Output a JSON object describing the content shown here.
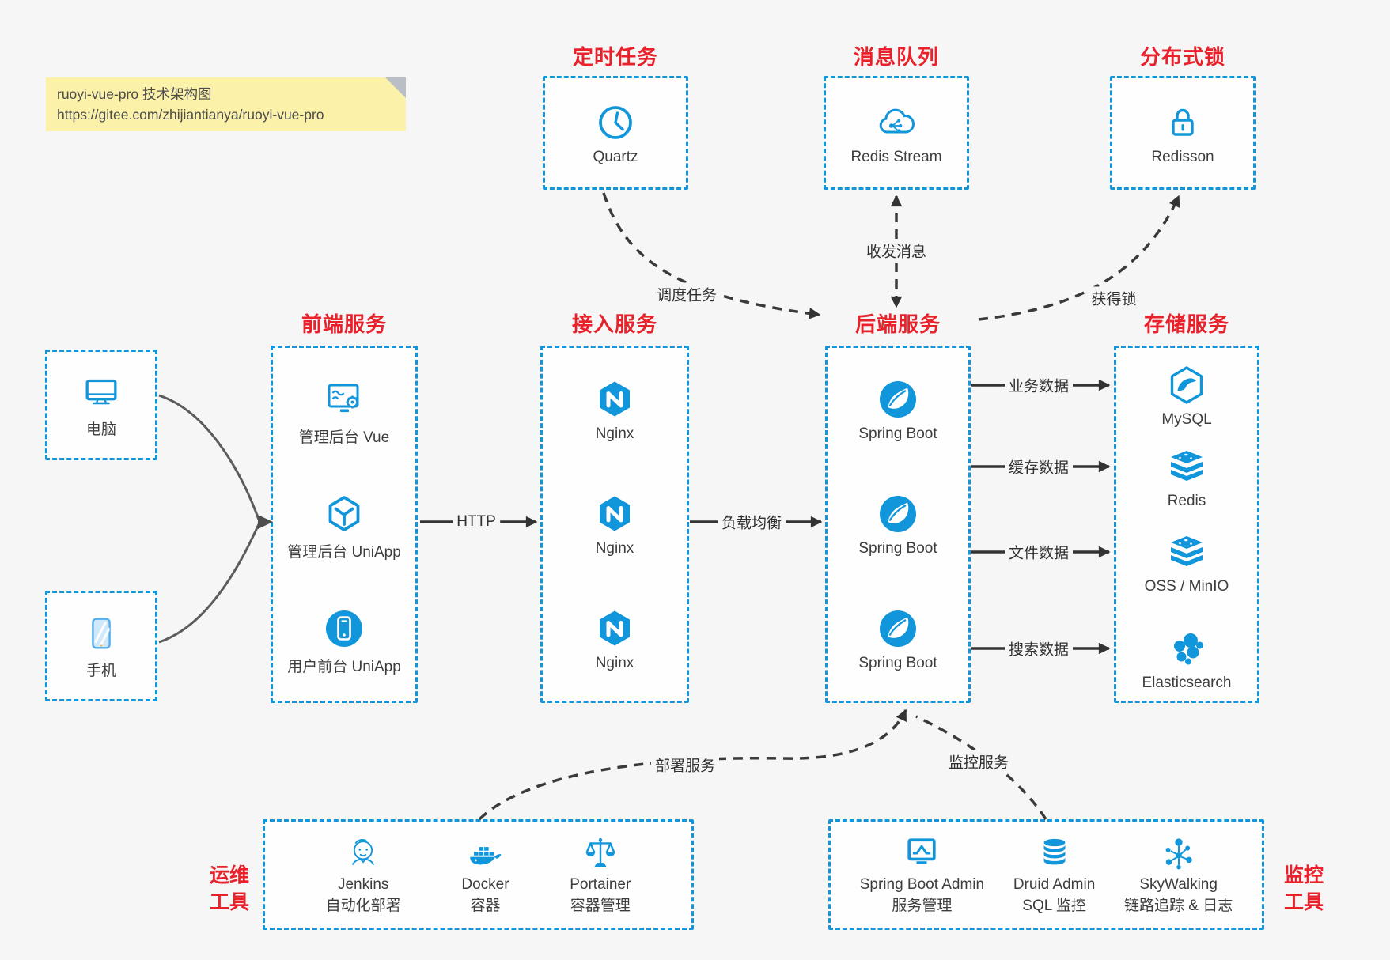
{
  "note": {
    "line1": "ruoyi-vue-pro 技术架构图",
    "line2": "https://gitee.com/zhijiantianya/ruoyi-vue-pro"
  },
  "colors": {
    "accent_blue": "#1296db",
    "title_red": "#e8212b",
    "note_bg": "#fbf1a9",
    "canvas_bg": "#f6f6f7"
  },
  "top_groups": [
    {
      "title": "定时任务",
      "icon": "clock-icon",
      "label": "Quartz"
    },
    {
      "title": "消息队列",
      "icon": "cloud-stream-icon",
      "label": "Redis Stream"
    },
    {
      "title": "分布式锁",
      "icon": "lock-icon",
      "label": "Redisson"
    }
  ],
  "clients": [
    {
      "icon": "monitor-icon",
      "label": "电脑"
    },
    {
      "icon": "phone-icon",
      "label": "手机"
    }
  ],
  "columns": [
    {
      "title": "前端服务",
      "items": [
        {
          "icon": "admin-vue-icon",
          "label": "管理后台 Vue"
        },
        {
          "icon": "uniapp-cube-icon",
          "label": "管理后台 UniApp"
        },
        {
          "icon": "user-app-icon",
          "label": "用户前台 UniApp"
        }
      ]
    },
    {
      "title": "接入服务",
      "items": [
        {
          "icon": "nginx-icon",
          "label": "Nginx"
        },
        {
          "icon": "nginx-icon",
          "label": "Nginx"
        },
        {
          "icon": "nginx-icon",
          "label": "Nginx"
        }
      ]
    },
    {
      "title": "后端服务",
      "items": [
        {
          "icon": "spring-icon",
          "label": "Spring Boot"
        },
        {
          "icon": "spring-icon",
          "label": "Spring Boot"
        },
        {
          "icon": "spring-icon",
          "label": "Spring Boot"
        }
      ]
    },
    {
      "title": "存储服务",
      "items": [
        {
          "icon": "mysql-icon",
          "label": "MySQL"
        },
        {
          "icon": "redis-stack-icon",
          "label": "Redis"
        },
        {
          "icon": "redis-stack-icon",
          "label": "OSS / MinIO"
        },
        {
          "icon": "elasticsearch-icon",
          "label": "Elasticsearch"
        }
      ]
    }
  ],
  "edges": {
    "http": "HTTP",
    "load_balance": "负载均衡",
    "schedule": "调度任务",
    "messaging": "收发消息",
    "lock": "获得锁",
    "data_flows": [
      "业务数据",
      "缓存数据",
      "文件数据",
      "搜索数据"
    ],
    "deploy": "部署服务",
    "monitor": "监控服务"
  },
  "bottom_groups": [
    {
      "side_line1": "运维",
      "side_line2": "工具",
      "items": [
        {
          "icon": "jenkins-butler-icon",
          "line1": "Jenkins",
          "line2": "自动化部署"
        },
        {
          "icon": "docker-whale-icon",
          "line1": "Docker",
          "line2": "容器"
        },
        {
          "icon": "portainer-scales-icon",
          "line1": "Portainer",
          "line2": "容器管理"
        }
      ]
    },
    {
      "side_line1": "监控",
      "side_line2": "工具",
      "items": [
        {
          "icon": "spring-boot-admin-icon",
          "line1": "Spring Boot Admin",
          "line2": "服务管理"
        },
        {
          "icon": "druid-database-icon",
          "line1": "Druid Admin",
          "line2": "SQL 监控"
        },
        {
          "icon": "skywalking-icon",
          "line1": "SkyWalking",
          "line2": "链路追踪 & 日志"
        }
      ]
    }
  ]
}
